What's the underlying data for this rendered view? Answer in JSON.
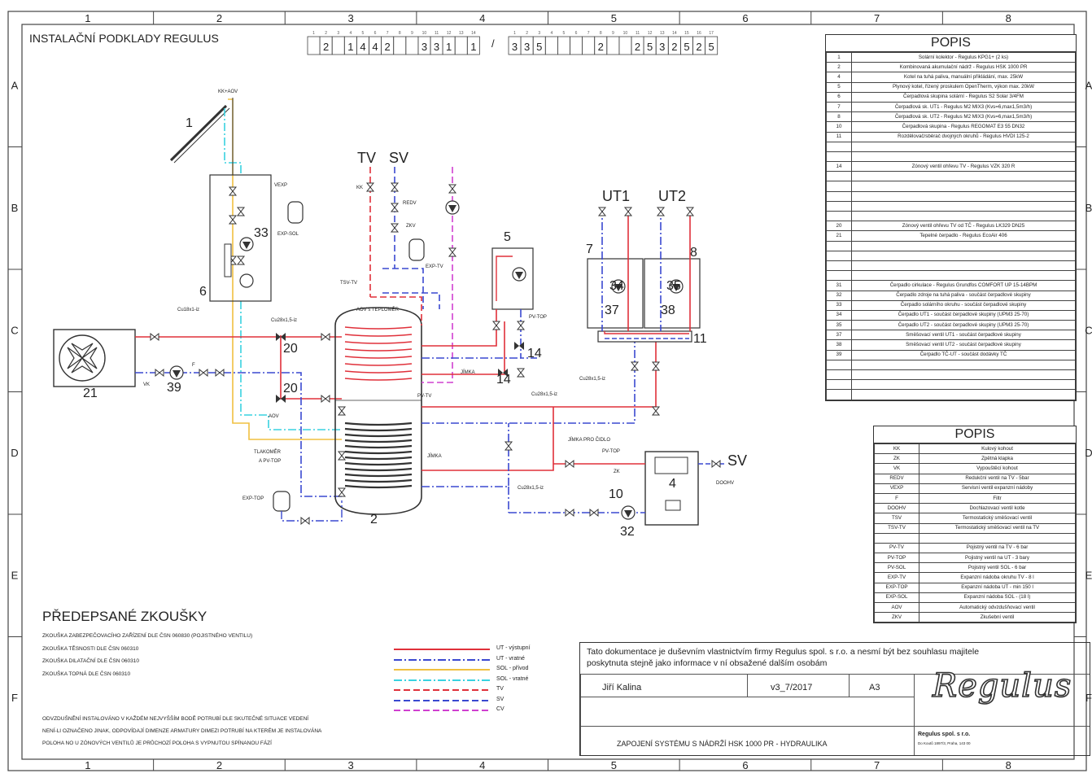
{
  "grid": {
    "columns": [
      "1",
      "2",
      "3",
      "4",
      "5",
      "6",
      "7",
      "8"
    ],
    "rows": [
      "A",
      "B",
      "C",
      "D",
      "E",
      "F"
    ]
  },
  "header": {
    "title": "INSTALAČNÍ PODKLADY REGULUS",
    "code_left": [
      "",
      "2",
      "",
      "1",
      "4",
      "4",
      "2",
      "",
      "",
      "3",
      "3",
      "1",
      "",
      "1"
    ],
    "code_right": [
      "3",
      "3",
      "5",
      "",
      "",
      "",
      "",
      "2",
      "",
      "",
      "2",
      "5",
      "3",
      "2",
      "5",
      "2",
      "5"
    ],
    "separator": "/"
  },
  "diagram": {
    "labels": {
      "tv": "TV",
      "sv": "SV",
      "ut1": "UT1",
      "ut2": "UT2",
      "sv2": "SV",
      "n1": "1",
      "n2": "2",
      "n4": "4",
      "n5": "5",
      "n6": "6",
      "n7": "7",
      "n8": "8",
      "n10": "10",
      "n11": "11",
      "n14a": "14",
      "n14b": "14",
      "n20a": "20",
      "n20b": "20",
      "n21": "21",
      "n32": "32",
      "n33": "33",
      "n34": "34",
      "n35": "35",
      "n37": "37",
      "n38": "38",
      "n39": "39"
    },
    "small_labels": {
      "kvaov": "KK+AOV",
      "vexp": "VEXP",
      "expsol": "EXP-SOL",
      "cu18": "Cu18x1-iz",
      "aov_tep": "AOV s TEPLOMĚR",
      "jimka": "JÍMKA",
      "jimka2": "JÍMKA",
      "jimka_cidlo": "JÍMKA PRO ČIDLO",
      "pvtop": "PV-TOP",
      "pvtop2": "PV-TOP",
      "pvtv": "PV-TV",
      "exptv": "EXP-TV",
      "tsvtv": "TSV-TV",
      "redv": "REDV",
      "tlak": "TLAKOMĚR",
      "tlak2": "A PV-TOP",
      "exptop": "EXP-TOP",
      "cu28a": "Cu28x1,5-iz",
      "cu28b": "Cu28x1,5-iz",
      "cu28c": "Cu28x1,5-iz",
      "cu28d": "Cu28x1,5-iz",
      "doohv": "DOOHV",
      "aov": "AOV",
      "zk": "ZK",
      "kk": "KK",
      "vk": "VK",
      "f": "F",
      "zkv": "ZKV"
    }
  },
  "popis1": {
    "title": "POPIS",
    "rows": [
      {
        "n": "1",
        "d": "Solární kolektor - Regulus KPG1+ (2 ks)"
      },
      {
        "n": "2",
        "d": "Kombinovaná akumulační nádrž - Regulus HSK 1000 PR"
      },
      {
        "n": "4",
        "d": "Kotel na tuhá paliva, manuální přikládání, max. 25kW"
      },
      {
        "n": "5",
        "d": "Plynový kotel, řízený proskulem OpenTherm, výkon max. 20kW"
      },
      {
        "n": "6",
        "d": "Čerpadlová skupina solární - Regulus S2 Solar 3/4FM"
      },
      {
        "n": "7",
        "d": "Čerpadlová sk. UT1 - Regulus M2 MIX3 (Kvs=6,max1,5m3/h)"
      },
      {
        "n": "8",
        "d": "Čerpadlová sk. UT2 - Regulus M2 MIX3 (Kvs=6,max1,5m3/h)"
      },
      {
        "n": "10",
        "d": "Čerpadlová skupina - Regulus REGOMAT E3 55 DN32"
      },
      {
        "n": "11",
        "d": "Rozdělovač/sběrač dvojných okruhů - Regulus HVDI 125-2"
      },
      {
        "n": "",
        "d": ""
      },
      {
        "n": "",
        "d": ""
      },
      {
        "n": "14",
        "d": "Zónový ventil ohřevu TV - Regulus VZK 320 R"
      },
      {
        "n": "",
        "d": ""
      },
      {
        "n": "",
        "d": ""
      },
      {
        "n": "",
        "d": ""
      },
      {
        "n": "",
        "d": ""
      },
      {
        "n": "",
        "d": ""
      },
      {
        "n": "20",
        "d": "Zónový ventil ohřevu TV od TČ - Regulus LK329 DN25"
      },
      {
        "n": "21",
        "d": "Tepelné čerpadlo - Regulus EcoAir 406"
      },
      {
        "n": "",
        "d": ""
      },
      {
        "n": "",
        "d": ""
      },
      {
        "n": "",
        "d": ""
      },
      {
        "n": "",
        "d": ""
      },
      {
        "n": "31",
        "d": "Čerpadlo cirkulace - Regulus Grundfos COMFORT UP 15-14BPM"
      },
      {
        "n": "32",
        "d": "Čerpadlo zdroje na tuhá paliva - součást čerpadlové skupiny"
      },
      {
        "n": "33",
        "d": "Čerpadlo solárního okruhu - součást čerpadlové skupiny"
      },
      {
        "n": "34",
        "d": "Čerpadlo UT1 - součást čerpadlové skupiny (UPM3 25-70)"
      },
      {
        "n": "35",
        "d": "Čerpadlo UT2 - součást čerpadlové skupiny (UPM3 25-70)"
      },
      {
        "n": "37",
        "d": "Směšovací ventil UT1 - součást čerpadlové skupiny"
      },
      {
        "n": "38",
        "d": "Směšovací ventil UT2 - součást čerpadlové skupiny"
      },
      {
        "n": "39",
        "d": "Čerpadlo TČ-UT - součást dodávky TČ"
      },
      {
        "n": "",
        "d": ""
      },
      {
        "n": "",
        "d": ""
      },
      {
        "n": "",
        "d": ""
      },
      {
        "n": "",
        "d": ""
      }
    ]
  },
  "popis2": {
    "title": "POPIS",
    "rows": [
      {
        "n": "KK",
        "d": "Kulový kohout"
      },
      {
        "n": "ZK",
        "d": "Zpětná klapka"
      },
      {
        "n": "VK",
        "d": "Vypouštěcí kohout"
      },
      {
        "n": "REDV",
        "d": "Redukční ventil na TV - 5bar"
      },
      {
        "n": "VEXP",
        "d": "Servisní ventil expanzní nádoby"
      },
      {
        "n": "F",
        "d": "Filtr"
      },
      {
        "n": "DOOHV",
        "d": "Dochlazovací ventil kotle"
      },
      {
        "n": "TSV",
        "d": "Termostatický směšovací ventil"
      },
      {
        "n": "TSV-TV",
        "d": "Termostatický směšovací ventil na TV"
      },
      {
        "n": "",
        "d": ""
      },
      {
        "n": "PV-TV",
        "d": "Pojistný ventil na TV - 6 bar"
      },
      {
        "n": "PV-TOP",
        "d": "Pojistný ventil na UT - 3 bary"
      },
      {
        "n": "PV-SOL",
        "d": "Pojistný ventil SOL - 6 bar"
      },
      {
        "n": "EXP-TV",
        "d": "Expanzní nádoba okruhu TV - 8 l"
      },
      {
        "n": "EXP-TOP",
        "d": "Expanzní nádoba UT - min 150 l"
      },
      {
        "n": "EXP-SOL",
        "d": "Expanzní nádoba SOL - (18 l)"
      },
      {
        "n": "AOV",
        "d": "Automatický odvzdušňovací ventil"
      },
      {
        "n": "ZKV",
        "d": "Zkušební ventil"
      }
    ]
  },
  "tests": {
    "title": "PŘEDEPSANÉ ZKOUŠKY",
    "lines": [
      "ZKOUŠKA ZABEZPEČOVACÍHO ZAŘÍZENÍ DLE ČSN 060830 (POJISTNÉHO VENTILU)",
      "ZKOUŠKA TĚSNOSTI DLE ČSN 060310",
      "ZKOUŠKA DILATAČNÍ DLE ČSN 060310",
      "ZKOUŠKA TOPNÁ DLE ČSN 060310"
    ]
  },
  "notes": [
    "ODVZDUŠNĚNÍ INSTALOVÁNO V KAŽDÉM NEJVYŠŠÍM BODĚ POTRUBÍ DLE SKUTEČNÉ SITUACE VEDENÍ",
    "NENÍ-LI OZNAČENO JINAK, ODPOVÍDAJÍ DIMENZE ARMATURY DIMEZI POTRUBÍ NA KTERÉM JE INSTALOVÁNA",
    "POLOHA NO U ZÓNOVÝCH VENTILŮ JE PRŮCHOZÍ POLOHA S VYPNUTOU SPÍNANOU FÁZÍ"
  ],
  "legend": [
    {
      "label": "UT - výstupní",
      "color": "#e0303a",
      "dash": ""
    },
    {
      "label": "UT - vratné",
      "color": "#3a49d0",
      "dash": "10 3 2 3"
    },
    {
      "label": "SOL - přívod",
      "color": "#f0c040",
      "dash": ""
    },
    {
      "label": "SOL - vratné",
      "color": "#39d2e0",
      "dash": "10 3 2 3"
    },
    {
      "label": "TV",
      "color": "#e0303a",
      "dash": "8 4"
    },
    {
      "label": "SV",
      "color": "#3a49d0",
      "dash": "8 4"
    },
    {
      "label": "CV",
      "color": "#d040d0",
      "dash": "8 4"
    }
  ],
  "title_block": {
    "note_line1": "Tato dokumentace je duševním vlastnictvím firmy Regulus spol. s r.o. a nesmí být bez souhlasu majitele",
    "note_line2": "poskytnuta stejně jako informace v ní obsažené dalším osobám",
    "author": "Jiří Kalina",
    "version": "v3_7/2017",
    "format": "A3",
    "drawing_title": "ZAPOJENÍ SYSTÉMU S NÁDRŽÍ HSK 1000 PR - HYDRAULIKA",
    "company": "Regulus spol. s r.o.",
    "address": "Do Koutů 1897/3, Praha, 143 00",
    "logo": "Regulus"
  },
  "colors": {
    "hot": "#e0303a",
    "return": "#3a49d0",
    "sol_supply": "#f0c040",
    "sol_return": "#39d2e0",
    "cv": "#d040d0",
    "line": "#333333"
  }
}
